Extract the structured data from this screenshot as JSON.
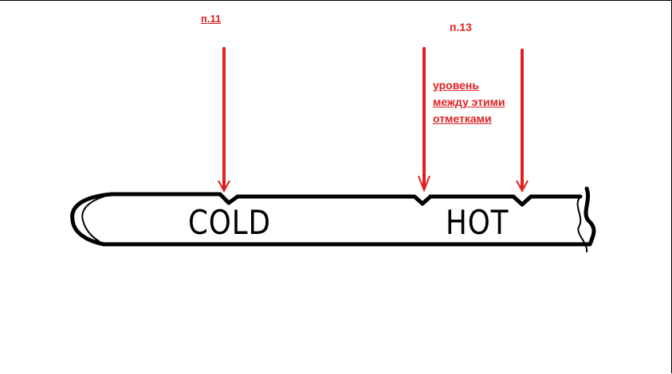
{
  "colors": {
    "marker": "#e02020",
    "outline": "#000000",
    "background": "#ffffff"
  },
  "labels": {
    "p11": "п.11",
    "p13": "п.13",
    "note": [
      "уровень",
      "между этими",
      "отметками"
    ]
  },
  "scale": {
    "cold": "COLD",
    "hot": "HOT"
  },
  "markers": [
    {
      "label": "п.11",
      "points_to": "COLD notch"
    },
    {
      "label": "п.13",
      "points_to": "HOT left notch"
    },
    {
      "label": "п.13",
      "points_to": "HOT right notch"
    }
  ]
}
